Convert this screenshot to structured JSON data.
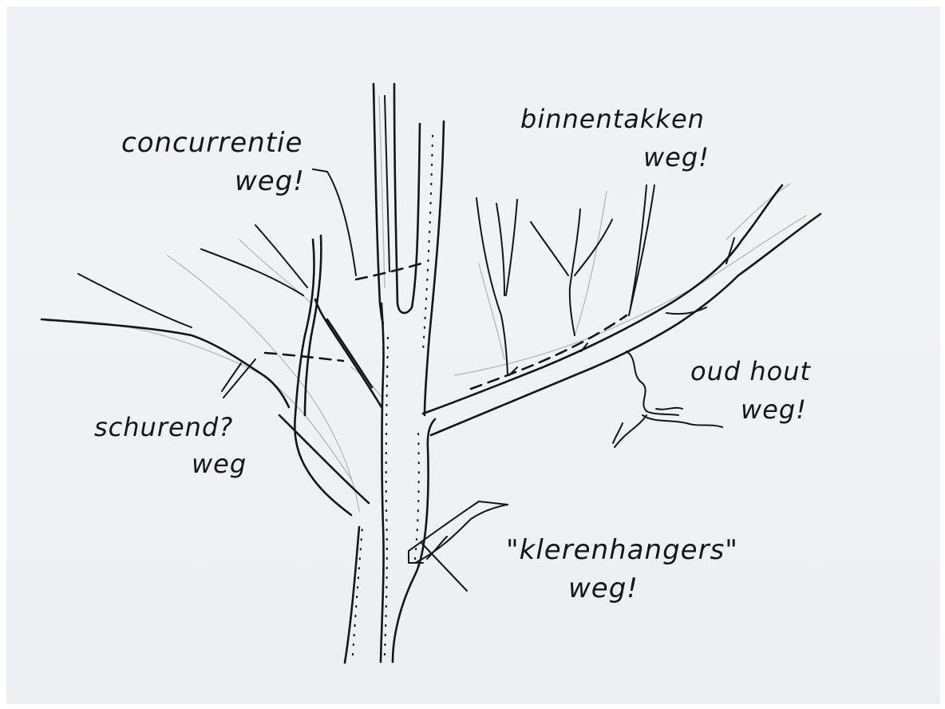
{
  "labels": {
    "competition_line1": "concurrentie",
    "competition_line2": "weg!",
    "inner_branches_line1": "binnentakken",
    "inner_branches_line2": "weg!",
    "old_wood_line1": "oud hout",
    "old_wood_line2": "weg!",
    "chafing_line1": "schurend?",
    "chafing_line2": "weg",
    "hangers_line1": "\"klerenhangers\"",
    "hangers_line2": "weg!"
  },
  "colors": {
    "ink": "#141618",
    "pencil": "#a9adb1",
    "paper": "#eff1f4"
  }
}
